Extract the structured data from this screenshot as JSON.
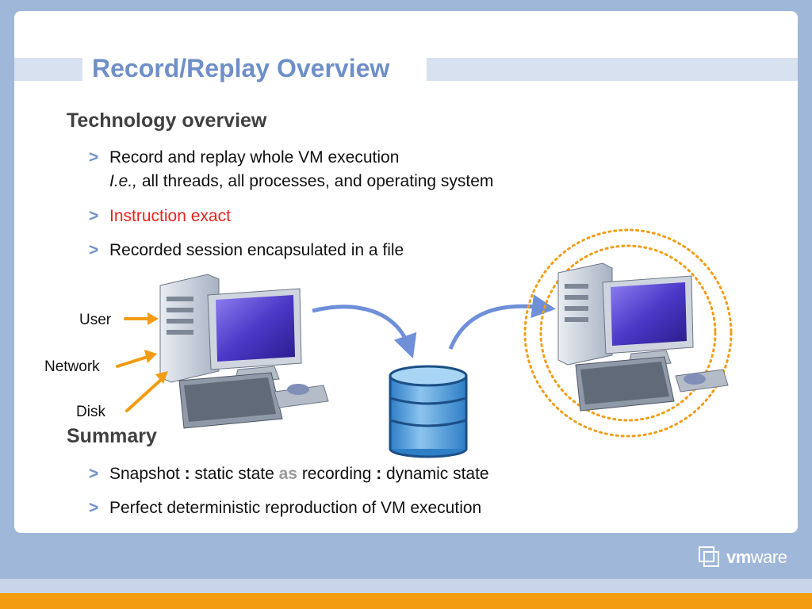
{
  "slide": {
    "title": "Record/Replay Overview",
    "section1_heading": "Technology overview",
    "bullets1": [
      {
        "mark": ">",
        "line1": "Record and replay whole VM execution",
        "line2_em": "I.e.,",
        "line2_rest": " all threads, all processes, and operating system"
      },
      {
        "mark": ">",
        "text": "Instruction exact"
      },
      {
        "mark": ">",
        "text": "Recorded session encapsulated in a file"
      }
    ],
    "section2_heading": "Summary",
    "bullets2": [
      {
        "mark": ">",
        "a": "Snapshot ",
        "b": ":",
        "c": " static state ",
        "d": "as",
        "e": " recording ",
        "f": ":",
        "g": " dynamic state"
      },
      {
        "mark": ">",
        "text": "Perfect deterministic reproduction of VM execution"
      }
    ]
  },
  "diagram": {
    "inputs": [
      "User",
      "Network",
      "Disk"
    ]
  },
  "footer": {
    "logo_vm": "vm",
    "logo_ware": "ware",
    "logo_icon": "vmware-boxes-icon"
  },
  "colors": {
    "title": "#6f8fc8",
    "accent_red": "#e8231e",
    "orange": "#f39c12",
    "arrow_blue": "#6f8fd8",
    "background": "#9fb7d8"
  }
}
